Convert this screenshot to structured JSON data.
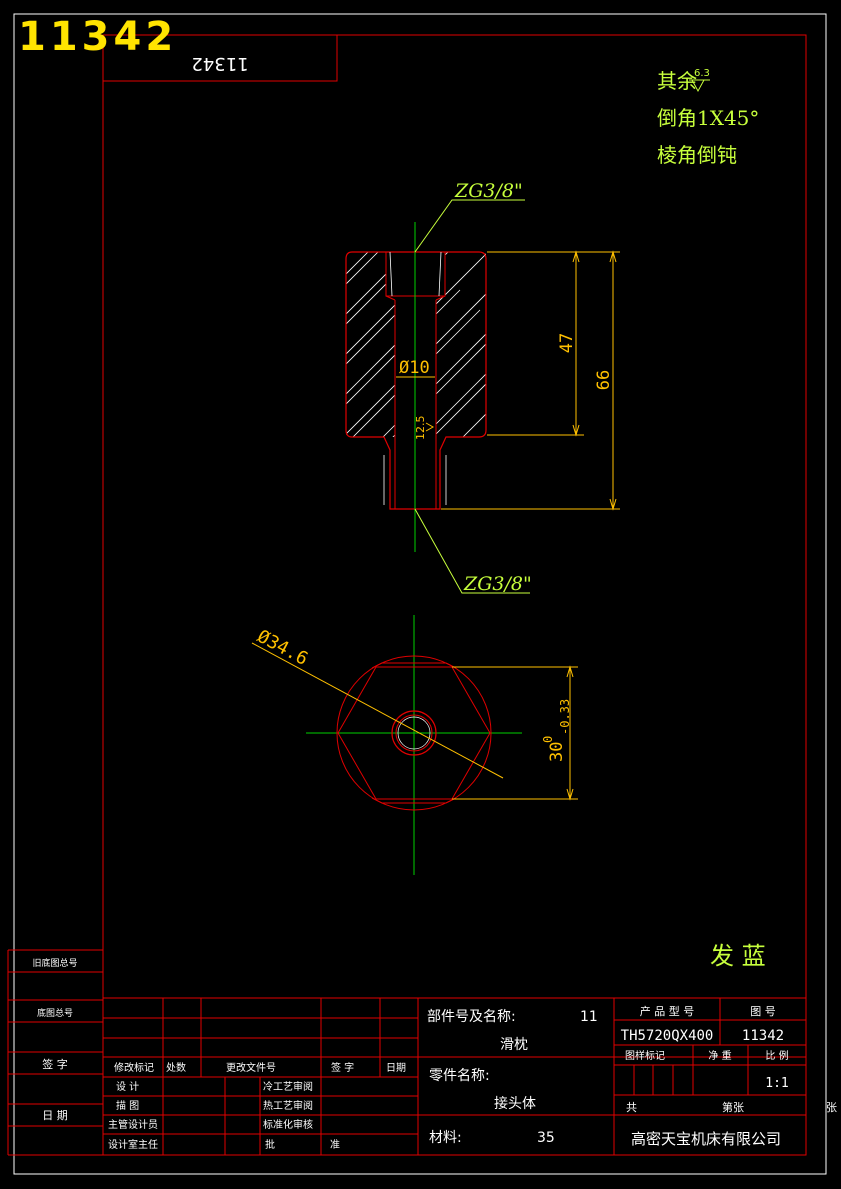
{
  "drawing_number_large": "11342",
  "drawing_number_rotated": "11342",
  "notes": {
    "line1": "其余",
    "line1_roughness": "6.3",
    "line2": "倒角1X45°",
    "line3": "棱角倒钝"
  },
  "thread_top": "ZG3/8\"",
  "thread_bottom": "ZG3/8\"",
  "dim_bore": "Ø10",
  "dim_roughness_bore": "12.5",
  "dim_47": "47",
  "dim_66": "66",
  "dim_across_corners": "Ø34.6",
  "dim_across_flats": "30",
  "dim_across_flats_tol_upper": "0",
  "dim_across_flats_tol_lower": "-0.33",
  "finish": "发 蓝",
  "left_strip": {
    "old_drawing_no": "旧底图总号",
    "base_drawing_no": "底图总号",
    "signature": "签  字",
    "date": "日  期"
  },
  "title_block": {
    "part_no_label": "部件号及名称:",
    "part_no_value": "11",
    "part_name_assembly": "滑枕",
    "part_name_label": "零件名称:",
    "part_name_value": "接头体",
    "material_label": "材料:",
    "material_value": "35",
    "product_model_label": "产 品 型 号",
    "product_model_value": "TH5720QX400",
    "drawing_no_label": "图  号",
    "drawing_no_value": "11342",
    "sample_mark_label": "图样标记",
    "net_weight_label": "净  重",
    "scale_label": "比  例",
    "scale_value": "1:1",
    "total_label": "共",
    "sheet_label": "张",
    "sheet_of_label": "第张",
    "company": "高密天宝机床有限公司",
    "rev_mark": "修改标记",
    "count": "处数",
    "change_doc": "更改文件号",
    "signature": "签  字",
    "date": "日期",
    "design": "设   计",
    "drawing": "描   图",
    "chief_design": "主管设计员",
    "design_lead": "设计室主任",
    "process_review": "冷工艺审阅",
    "hot_review": "热工艺审阅",
    "std_review": "标准化审核",
    "approve": "批",
    "approve2": "准"
  }
}
